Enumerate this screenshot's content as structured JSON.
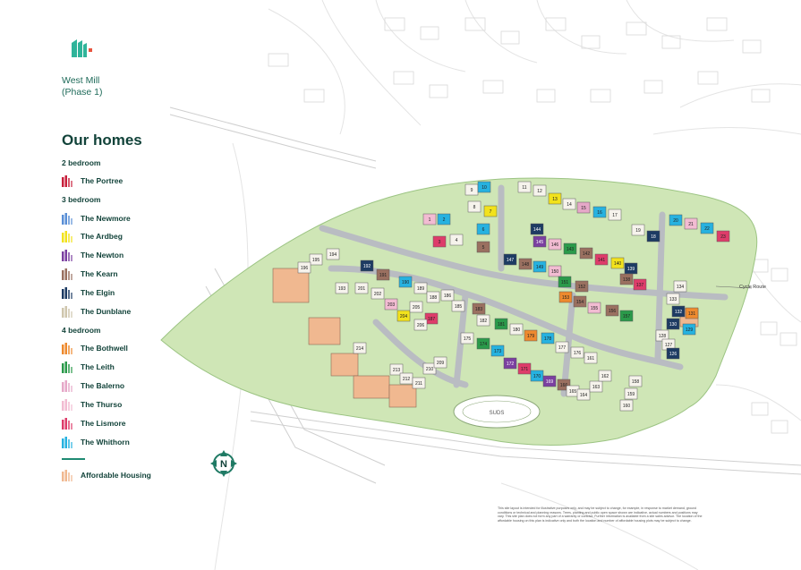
{
  "development": {
    "name_line1": "West Mill",
    "name_line2": "(Phase 1)"
  },
  "legend": {
    "heading": "Our homes",
    "groups": [
      {
        "label": "2 bedroom",
        "homes": [
          {
            "name": "The Portree",
            "color": "#c8203c"
          }
        ]
      },
      {
        "label": "3 bedroom",
        "homes": [
          {
            "name": "The Newmore",
            "color": "#5a8fd6"
          },
          {
            "name": "The Ardbeg",
            "color": "#f2e21c"
          },
          {
            "name": "The Newton",
            "color": "#7b3fa0"
          },
          {
            "name": "The Kearn",
            "color": "#9a7060"
          },
          {
            "name": "The Elgin",
            "color": "#1d3b63"
          },
          {
            "name": "The Dunblane",
            "color": "#cfc6ad"
          }
        ]
      },
      {
        "label": "4 bedroom",
        "homes": [
          {
            "name": "The Bothwell",
            "color": "#ee8a2e"
          },
          {
            "name": "The Leith",
            "color": "#2a9a4a"
          },
          {
            "name": "The Balerno",
            "color": "#e6a8c8"
          },
          {
            "name": "The Thurso",
            "color": "#f2bcd2"
          },
          {
            "name": "The Lismore",
            "color": "#de3c6a"
          },
          {
            "name": "The Whithorn",
            "color": "#26b2e0"
          }
        ]
      }
    ],
    "affordable": {
      "name": "Affordable Housing",
      "color": "#f0b890"
    }
  },
  "map_labels": {
    "cycle_route": "Cycle Route",
    "suds": "SUDS"
  },
  "compass_letter": "N",
  "disclaimer": "This site layout is intended for illustrative purposes only, and may be subject to change, for example, in response to market demand, ground conditions or technical and planning reasons. Trees, planting and public open space shown are indicative, actual numbers and positions may vary. This site plan does not form any part of a warranty or contract. Further information is available from a site sales advisor. The location of the affordable housing on this plan is indicative only and both the location and number of affordable housing plots may be subject to change.",
  "plots": [
    {
      "n": "9",
      "c": "#f6f3ec"
    },
    {
      "n": "10",
      "c": "#26b2e0"
    },
    {
      "n": "11",
      "c": "#f6f3ec"
    },
    {
      "n": "12",
      "c": "#f6f3ec"
    },
    {
      "n": "13",
      "c": "#f2e21c"
    },
    {
      "n": "14",
      "c": "#f6f3ec"
    },
    {
      "n": "15",
      "c": "#e6a8c8"
    },
    {
      "n": "16",
      "c": "#26b2e0"
    },
    {
      "n": "17",
      "c": "#f6f3ec"
    },
    {
      "n": "8",
      "c": "#f6f3ec"
    },
    {
      "n": "7",
      "c": "#f2e21c"
    },
    {
      "n": "2",
      "c": "#26b2e0"
    },
    {
      "n": "1",
      "c": "#f2bcd2"
    },
    {
      "n": "6",
      "c": "#26b2e0"
    },
    {
      "n": "3",
      "c": "#de3c6a"
    },
    {
      "n": "4",
      "c": "#f6f3ec"
    },
    {
      "n": "5",
      "c": "#9a7060"
    },
    {
      "n": "20",
      "c": "#26b2e0"
    },
    {
      "n": "21",
      "c": "#f2bcd2"
    },
    {
      "n": "22",
      "c": "#26b2e0"
    },
    {
      "n": "23",
      "c": "#de3c6a"
    },
    {
      "n": "19",
      "c": "#f6f3ec"
    },
    {
      "n": "18",
      "c": "#1d3b63"
    },
    {
      "n": "144",
      "c": "#1d3b63"
    },
    {
      "n": "145",
      "c": "#7b3fa0"
    },
    {
      "n": "146",
      "c": "#f2bcd2"
    },
    {
      "n": "143",
      "c": "#2a9a4a"
    },
    {
      "n": "142",
      "c": "#9a7060"
    },
    {
      "n": "141",
      "c": "#de3c6a"
    },
    {
      "n": "140",
      "c": "#f2e21c"
    },
    {
      "n": "139",
      "c": "#1d3b63"
    },
    {
      "n": "138",
      "c": "#9a7060"
    },
    {
      "n": "137",
      "c": "#de3c6a"
    },
    {
      "n": "147",
      "c": "#1d3b63"
    },
    {
      "n": "148",
      "c": "#9a7060"
    },
    {
      "n": "149",
      "c": "#26b2e0"
    },
    {
      "n": "150",
      "c": "#f2bcd2"
    },
    {
      "n": "151",
      "c": "#2a9a4a"
    },
    {
      "n": "152",
      "c": "#9a7060"
    },
    {
      "n": "153",
      "c": "#ee8a2e"
    },
    {
      "n": "154",
      "c": "#9a7060"
    },
    {
      "n": "155",
      "c": "#f2bcd2"
    },
    {
      "n": "156",
      "c": "#9a7060"
    },
    {
      "n": "157",
      "c": "#2a9a4a"
    },
    {
      "n": "134",
      "c": "#f6f3ec"
    },
    {
      "n": "133",
      "c": "#f6f3ec"
    },
    {
      "n": "132",
      "c": "#1d3b63"
    },
    {
      "n": "131",
      "c": "#ee8a2e"
    },
    {
      "n": "130",
      "c": "#1d3b63"
    },
    {
      "n": "129",
      "c": "#26b2e0"
    },
    {
      "n": "128",
      "c": "#f6f3ec"
    },
    {
      "n": "127",
      "c": "#f6f3ec"
    },
    {
      "n": "126",
      "c": "#1d3b63"
    },
    {
      "n": "192",
      "c": "#1d3b63"
    },
    {
      "n": "191",
      "c": "#9a7060"
    },
    {
      "n": "190",
      "c": "#26b2e0"
    },
    {
      "n": "189",
      "c": "#f6f3ec"
    },
    {
      "n": "188",
      "c": "#f6f3ec"
    },
    {
      "n": "187",
      "c": "#de3c6a"
    },
    {
      "n": "186",
      "c": "#f6f3ec"
    },
    {
      "n": "185",
      "c": "#f6f3ec"
    },
    {
      "n": "202",
      "c": "#f6f3ec"
    },
    {
      "n": "203",
      "c": "#f2bcd2"
    },
    {
      "n": "204",
      "c": "#f2e21c"
    },
    {
      "n": "205",
      "c": "#f6f3ec"
    },
    {
      "n": "206",
      "c": "#f6f3ec"
    },
    {
      "n": "201",
      "c": "#f6f3ec"
    },
    {
      "n": "183",
      "c": "#9a7060"
    },
    {
      "n": "182",
      "c": "#f6f3ec"
    },
    {
      "n": "181",
      "c": "#2a9a4a"
    },
    {
      "n": "180",
      "c": "#f6f3ec"
    },
    {
      "n": "179",
      "c": "#ee8a2e"
    },
    {
      "n": "178",
      "c": "#26b2e0"
    },
    {
      "n": "177",
      "c": "#f6f3ec"
    },
    {
      "n": "176",
      "c": "#f6f3ec"
    },
    {
      "n": "161",
      "c": "#f6f3ec"
    },
    {
      "n": "175",
      "c": "#f6f3ec"
    },
    {
      "n": "174",
      "c": "#2a9a4a"
    },
    {
      "n": "173",
      "c": "#26b2e0"
    },
    {
      "n": "172",
      "c": "#7b3fa0"
    },
    {
      "n": "171",
      "c": "#de3c6a"
    },
    {
      "n": "170",
      "c": "#26b2e0"
    },
    {
      "n": "169",
      "c": "#7b3fa0"
    },
    {
      "n": "166",
      "c": "#9a7060"
    },
    {
      "n": "165",
      "c": "#f6f3ec"
    },
    {
      "n": "164",
      "c": "#f6f3ec"
    },
    {
      "n": "163",
      "c": "#f6f3ec"
    },
    {
      "n": "162",
      "c": "#f6f3ec"
    },
    {
      "n": "160",
      "c": "#f6f3ec"
    },
    {
      "n": "159",
      "c": "#f6f3ec"
    },
    {
      "n": "158",
      "c": "#f6f3ec"
    },
    {
      "n": "194",
      "c": "#f6f3ec"
    },
    {
      "n": "195",
      "c": "#f6f3ec"
    },
    {
      "n": "196",
      "c": "#f6f3ec"
    },
    {
      "n": "193",
      "c": "#f6f3ec"
    },
    {
      "n": "214",
      "c": "#f6f3ec"
    },
    {
      "n": "213",
      "c": "#f6f3ec"
    },
    {
      "n": "212",
      "c": "#f6f3ec"
    },
    {
      "n": "211",
      "c": "#f6f3ec"
    },
    {
      "n": "210",
      "c": "#f6f3ec"
    },
    {
      "n": "209",
      "c": "#f6f3ec"
    }
  ]
}
